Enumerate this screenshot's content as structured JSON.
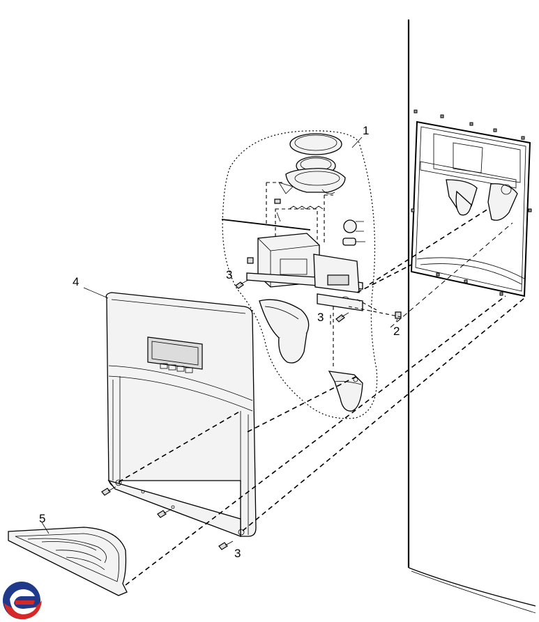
{
  "callouts": {
    "c1": "1",
    "c2": "2",
    "c3_left": "3",
    "c3_mid": "3",
    "c3_bottom": "3",
    "c4": "4",
    "c5": "5"
  },
  "logo": {
    "icon": "brand-logo-icon",
    "colors": [
      "#1f3a8a",
      "#d62828"
    ]
  }
}
